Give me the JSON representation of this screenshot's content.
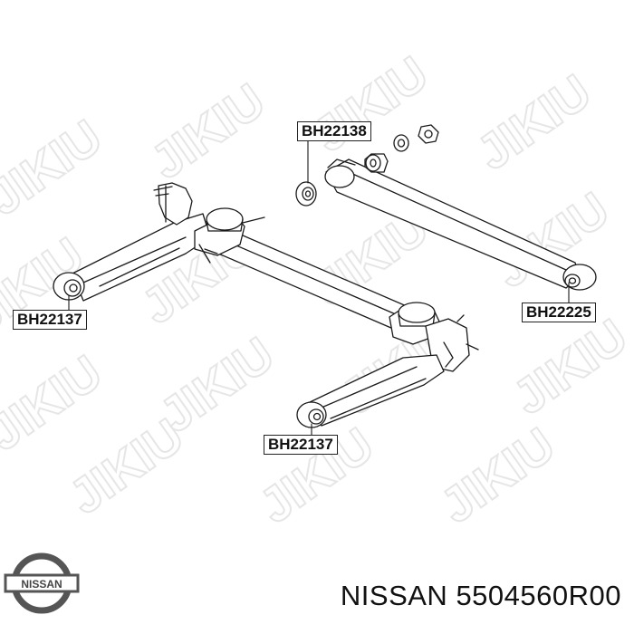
{
  "labels": {
    "top": "BH22138",
    "left": "BH22137",
    "right": "BH22225",
    "bottom": "BH22137"
  },
  "footer": {
    "brand": "NISSAN",
    "part_number": "5504560R00",
    "logo_text": "NISSAN"
  },
  "watermark": {
    "text": "JIKIU"
  },
  "colors": {
    "line": "#1a1a1a",
    "watermark": "#e6e6e6",
    "label_border": "#222222"
  }
}
